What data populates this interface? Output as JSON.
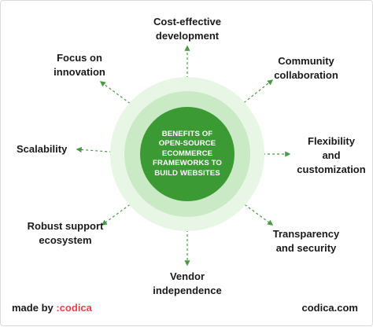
{
  "center": {
    "lines": [
      "BENEFITS OF",
      "OPEN-SOURCE",
      "ECOMMERCE",
      "FRAMEWORKS TO",
      "BUILD WEBSITES"
    ]
  },
  "benefits": [
    {
      "lines": [
        "Cost-effective",
        "development"
      ]
    },
    {
      "lines": [
        "Community",
        "collaboration"
      ]
    },
    {
      "lines": [
        "Flexibility",
        "and",
        "customization"
      ]
    },
    {
      "lines": [
        "Transparency",
        "and security"
      ]
    },
    {
      "lines": [
        "Vendor",
        "independence"
      ]
    },
    {
      "lines": [
        "Robust support",
        "ecosystem"
      ]
    },
    {
      "lines": [
        "Scalability"
      ]
    },
    {
      "lines": [
        "Focus on",
        "innovation"
      ]
    }
  ],
  "footer": {
    "made_by": "made by",
    "brand": ":codica",
    "site": "codica.com"
  },
  "colors": {
    "core": "#3c9a35",
    "ring_mid": "#c9eac4",
    "ring_outer": "#e8f6e6",
    "connector": "#4a9a44",
    "brand": "#e8404a"
  }
}
